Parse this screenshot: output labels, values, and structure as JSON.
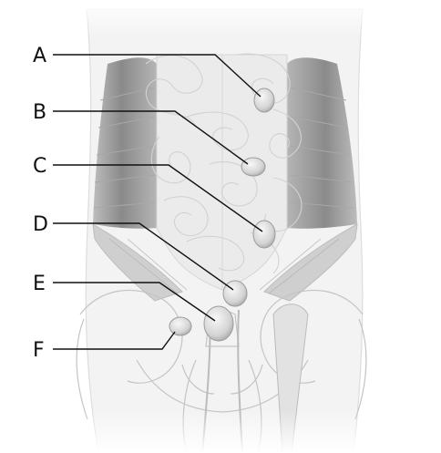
{
  "labels": [
    {
      "id": "A",
      "text": "A"
    },
    {
      "id": "B",
      "text": "B"
    },
    {
      "id": "C",
      "text": "C"
    },
    {
      "id": "D",
      "text": "D"
    },
    {
      "id": "E",
      "text": "E"
    },
    {
      "id": "F",
      "text": "F"
    }
  ],
  "colors": {
    "muscle": "#8a8a8a",
    "sheath": "#ececec",
    "outline": "#c9c9c9",
    "leader": "#111111",
    "hernia": "#d9d9d9"
  },
  "icons": {
    "body": "abdomen-anatomy-illustration",
    "markers": "hernia-bulge-shape"
  }
}
